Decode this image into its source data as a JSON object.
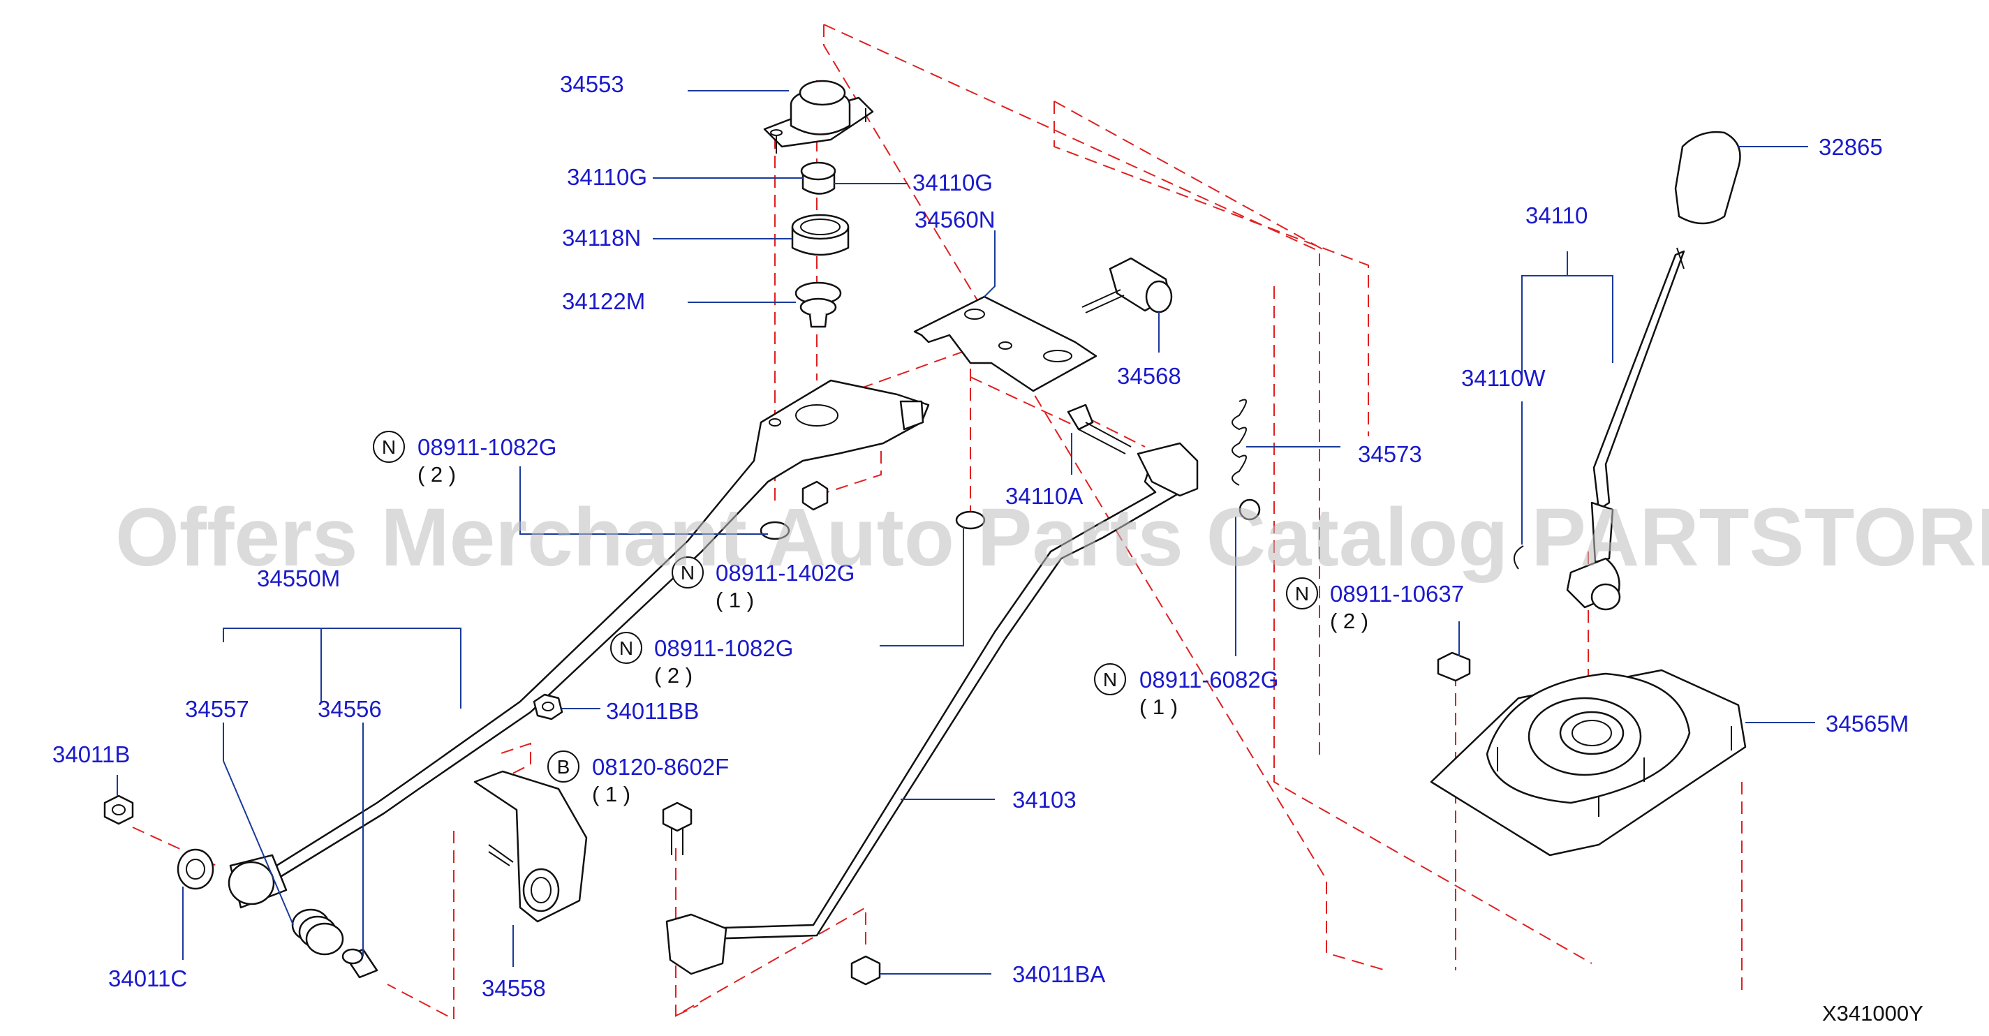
{
  "diagram_code": "X341000Y",
  "watermark": "Offers Merchant Auto Parts Catalog PARTSTORE.SA",
  "colors": {
    "label": "#1a1acc",
    "leader": "#1a3a9a",
    "dashed_guide": "#e02020",
    "watermark": "#bdbdbd"
  },
  "parts": {
    "p34553": "34553",
    "p34110g_left": "34110G",
    "p34110g_right": "34110G",
    "p34118n": "34118N",
    "p34122m": "34122M",
    "p34560n": "34560N",
    "p34568": "34568",
    "p32865": "32865",
    "p34110": "34110",
    "p34110w": "34110W",
    "p34573": "34573",
    "p34110a": "34110A",
    "p34550m": "34550M",
    "p34557": "34557",
    "p34556": "34556",
    "p34011bb": "34011BB",
    "p34011b": "34011B",
    "p34011c": "34011C",
    "p34558": "34558",
    "p34103": "34103",
    "p34011ba": "34011BA",
    "p34565m": "34565M"
  },
  "fasteners": [
    {
      "prefix": "N",
      "number": "08911-1082G",
      "qty": "( 2 )"
    },
    {
      "prefix": "N",
      "number": "08911-1402G",
      "qty": "( 1 )"
    },
    {
      "prefix": "N",
      "number": "08911-1082G",
      "qty": "( 2 )"
    },
    {
      "prefix": "N",
      "number": "08911-10637",
      "qty": "( 2 )"
    },
    {
      "prefix": "N",
      "number": "08911-6082G",
      "qty": "( 1 )"
    },
    {
      "prefix": "B",
      "number": "08120-8602F",
      "qty": "( 1 )"
    }
  ]
}
